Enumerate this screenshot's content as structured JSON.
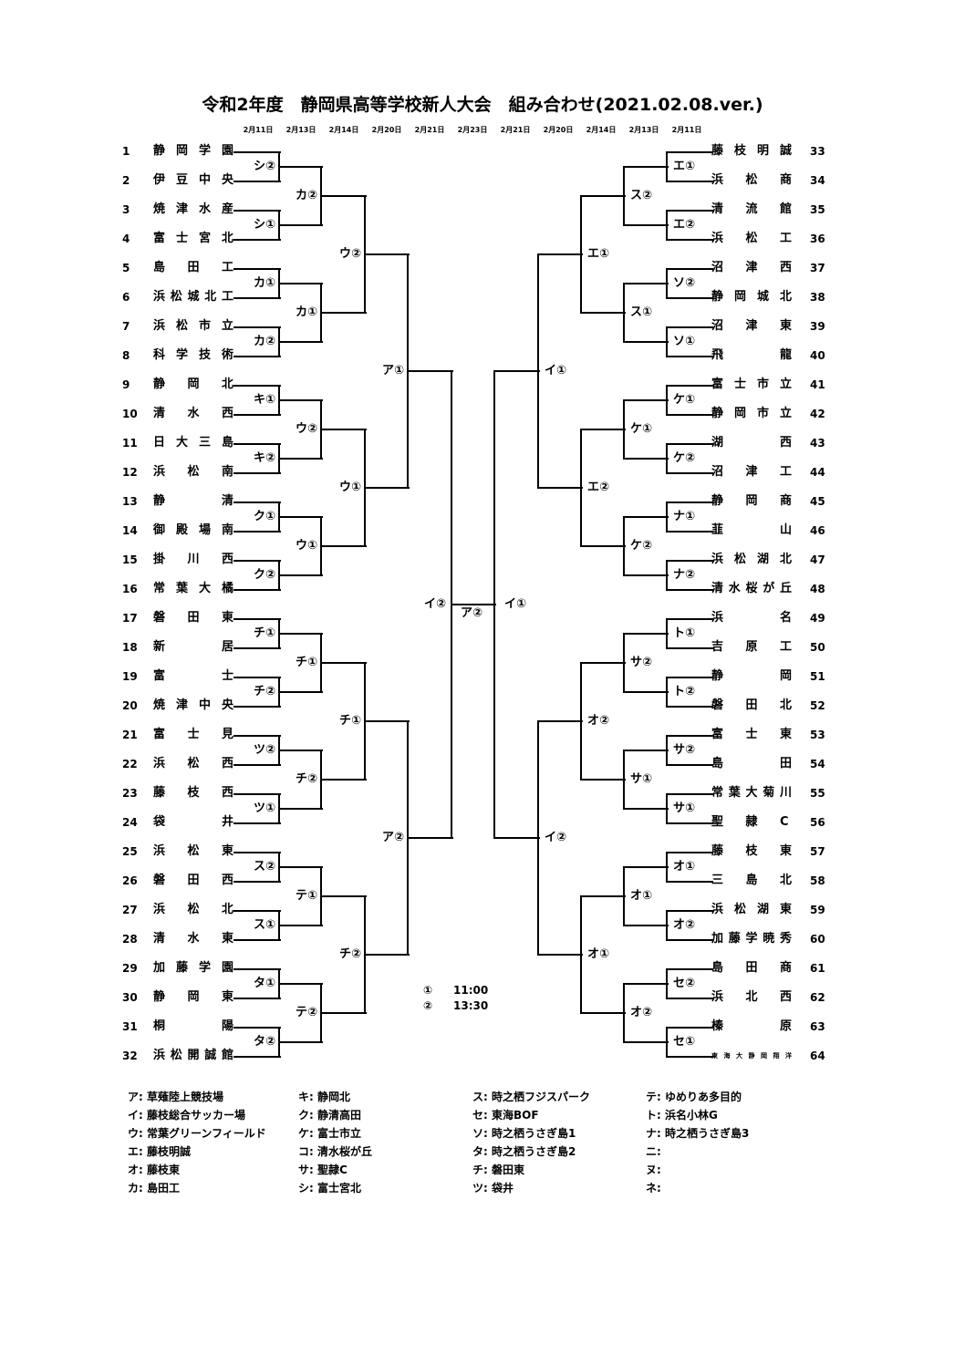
{
  "title": "令和2年度　静岡県高等学校新人大会　組み合わせ(2021.02.08.ver.)",
  "dates": [
    "2月11日",
    "2月13日",
    "2月14日",
    "2月20日",
    "2月21日",
    "2月23日",
    "2月21日",
    "2月20日",
    "2月14日",
    "2月13日",
    "2月11日"
  ],
  "left_teams": [
    {
      "no": "1",
      "name": "静岡学園"
    },
    {
      "no": "2",
      "name": "伊豆中央"
    },
    {
      "no": "3",
      "name": "焼津水産"
    },
    {
      "no": "4",
      "name": "富士宮北"
    },
    {
      "no": "5",
      "name": "島　田　工"
    },
    {
      "no": "6",
      "name": "浜松城北工"
    },
    {
      "no": "7",
      "name": "浜松市立"
    },
    {
      "no": "8",
      "name": "科学技術"
    },
    {
      "no": "9",
      "name": "静　岡　北"
    },
    {
      "no": "10",
      "name": "清　水　西"
    },
    {
      "no": "11",
      "name": "日大三島"
    },
    {
      "no": "12",
      "name": "浜　松　南"
    },
    {
      "no": "13",
      "name": "静　　清"
    },
    {
      "no": "14",
      "name": "御殿場南"
    },
    {
      "no": "15",
      "name": "掛　川　西"
    },
    {
      "no": "16",
      "name": "常葉大橘"
    },
    {
      "no": "17",
      "name": "磐　田　東"
    },
    {
      "no": "18",
      "name": "新　　居"
    },
    {
      "no": "19",
      "name": "富　　士"
    },
    {
      "no": "20",
      "name": "焼津中央"
    },
    {
      "no": "21",
      "name": "富　士　見"
    },
    {
      "no": "22",
      "name": "浜　松　西"
    },
    {
      "no": "23",
      "name": "藤　枝　西"
    },
    {
      "no": "24",
      "name": "袋　　井"
    },
    {
      "no": "25",
      "name": "浜　松　東"
    },
    {
      "no": "26",
      "name": "磐　田　西"
    },
    {
      "no": "27",
      "name": "浜　松　北"
    },
    {
      "no": "28",
      "name": "清　水　東"
    },
    {
      "no": "29",
      "name": "加藤学園"
    },
    {
      "no": "30",
      "name": "静　岡　東"
    },
    {
      "no": "31",
      "name": "桐　　陽"
    },
    {
      "no": "32",
      "name": "浜松開誠館"
    }
  ],
  "right_teams": [
    {
      "no": "33",
      "name": "藤枝明誠"
    },
    {
      "no": "34",
      "name": "浜　松　商"
    },
    {
      "no": "35",
      "name": "清　流　館"
    },
    {
      "no": "36",
      "name": "浜　松　工"
    },
    {
      "no": "37",
      "name": "沼　津　西"
    },
    {
      "no": "38",
      "name": "静岡城北"
    },
    {
      "no": "39",
      "name": "沼　津　東"
    },
    {
      "no": "40",
      "name": "飛　　龍"
    },
    {
      "no": "41",
      "name": "富士市立"
    },
    {
      "no": "42",
      "name": "静岡市立"
    },
    {
      "no": "43",
      "name": "湖　　西"
    },
    {
      "no": "44",
      "name": "沼　津　工"
    },
    {
      "no": "45",
      "name": "静　岡　商"
    },
    {
      "no": "46",
      "name": "韮　　山"
    },
    {
      "no": "47",
      "name": "浜松湖北"
    },
    {
      "no": "48",
      "name": "清水桜が丘"
    },
    {
      "no": "49",
      "name": "浜　　名"
    },
    {
      "no": "50",
      "name": "吉　原　工"
    },
    {
      "no": "51",
      "name": "静　　岡"
    },
    {
      "no": "52",
      "name": "磐　田　北"
    },
    {
      "no": "53",
      "name": "富　士　東"
    },
    {
      "no": "54",
      "name": "島　　田"
    },
    {
      "no": "55",
      "name": "常葉大菊川"
    },
    {
      "no": "56",
      "name": "聖　隷　C"
    },
    {
      "no": "57",
      "name": "藤　枝　東"
    },
    {
      "no": "58",
      "name": "三　島　北"
    },
    {
      "no": "59",
      "name": "浜松湖東"
    },
    {
      "no": "60",
      "name": "加藤学暁秀"
    },
    {
      "no": "61",
      "name": "島　田　商"
    },
    {
      "no": "62",
      "name": "浜　北　西"
    },
    {
      "no": "63",
      "name": "榛　　原"
    },
    {
      "no": "64",
      "name": "東海大静岡翔洋"
    }
  ],
  "left_rounds": [
    [
      "シ②",
      "シ①",
      "カ①",
      "カ②",
      "キ①",
      "キ②",
      "ク①",
      "ク②",
      "チ①",
      "チ②",
      "ツ②",
      "ツ①",
      "ス②",
      "ス①",
      "タ①",
      "タ②"
    ],
    [
      "カ②",
      "カ①",
      "ウ②",
      "ウ①",
      "チ①",
      "チ②",
      "テ①",
      "テ②"
    ],
    [
      "ウ②",
      "ウ①",
      "チ①",
      "チ②"
    ],
    [
      "ア①",
      "ア②"
    ]
  ],
  "right_rounds": [
    [
      "エ①",
      "エ②",
      "ソ②",
      "ソ①",
      "ケ①",
      "ケ②",
      "ナ①",
      "ナ②",
      "ト①",
      "ト②",
      "サ②",
      "サ①",
      "オ①",
      "オ②",
      "セ②",
      "セ①"
    ],
    [
      "ス②",
      "ス①",
      "ケ①",
      "ケ②",
      "サ②",
      "サ①",
      "オ①",
      "オ②"
    ],
    [
      "エ①",
      "エ②",
      "オ②",
      "オ①"
    ],
    [
      "イ①",
      "イ②"
    ]
  ],
  "semi_left": "イ②",
  "final": "ア②",
  "semi_right": "イ①",
  "times": [
    {
      "mark": "①",
      "time": "11:00"
    },
    {
      "mark": "②",
      "time": "13:30"
    }
  ],
  "venues": [
    [
      "ア: 草薙陸上競技場",
      "イ: 藤枝総合サッカー場",
      "ウ: 常葉グリーンフィールド",
      "エ: 藤枝明誠",
      "オ: 藤枝東",
      "カ: 島田工"
    ],
    [
      "キ: 静岡北",
      "ク: 静清高田",
      "ケ: 富士市立",
      "コ: 清水桜が丘",
      "サ: 聖隷C",
      "シ: 富士宮北"
    ],
    [
      "ス: 時之栖フジスパーク",
      "セ: 東海BOF",
      "ソ: 時之栖うさぎ島1",
      "タ: 時之栖うさぎ島2",
      "チ: 磐田東",
      "ツ: 袋井"
    ],
    [
      "テ: ゆめりあ多目的",
      "ト: 浜名小林G",
      "ナ: 時之栖うさぎ島3",
      "ニ:",
      "ヌ:",
      "ネ:"
    ]
  ]
}
